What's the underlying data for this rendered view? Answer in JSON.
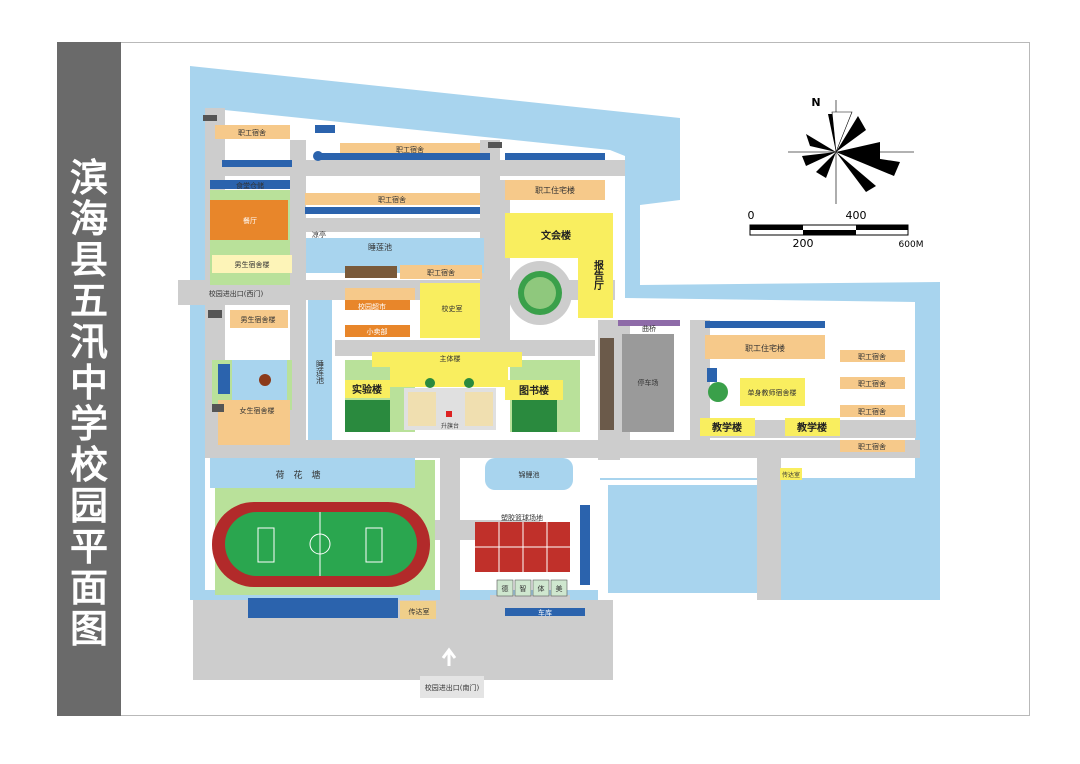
{
  "title": "滨海县五汛中学校园平面图",
  "colors": {
    "water": "#a8d4ee",
    "road": "#cdcdcd",
    "green": "#b9e19a",
    "field": "#2aa64f",
    "track": "#b22a2a",
    "dorm": "#f6c98a",
    "teaching": "#f9ee5f",
    "orange": "#e8862a",
    "parking": "#2b63ad",
    "court": "#c0302a"
  },
  "labels": {
    "staff_dorm": "职工宿舍",
    "garage": "车库",
    "canteen_warehouse": "食堂仓储",
    "dining_hall": "餐厅",
    "boys_dorm": "男生宿舍楼",
    "boys_dorm2": "男生宿舍楼",
    "girls_dorm": "女生宿舍楼",
    "west_gate": "校园进出口(西门)",
    "pavilion": "凉亭",
    "lotus_pond_n": "睡莲池",
    "lotus_pond_w": "睡莲池",
    "staff_housing_1": "职工住宅楼",
    "staff_housing_2": "职工住宅楼",
    "culture_hall": "文会楼",
    "report_hall": "报告厅",
    "history_room": "校史室",
    "main_building": "主体楼",
    "lab_building": "实验楼",
    "library": "图书楼",
    "flag_platform": "升旗台",
    "qu_bridge": "曲桥",
    "parking_lot": "停车场",
    "single_teacher_dorm": "单身教师宿舍楼",
    "teaching_1": "教学楼",
    "teaching_2": "教学楼",
    "guard_room": "传达室",
    "lotus_pond_s": "荷　花　塘",
    "brocade_pond": "锦鲤池",
    "basketball": "塑胶篮球场地",
    "reception": "传达室",
    "south_gate": "校园进出口(南门)",
    "north": "N",
    "scale_0": "0",
    "scale_200": "200",
    "scale_400": "400",
    "scale_600": "600M",
    "east_guard": "传达室",
    "cb1": "德",
    "cb2": "智",
    "cb3": "体",
    "cb4": "美",
    "bottom_bar": "车库",
    "orange_bldg1": "校园超市",
    "orange_bldg2": "小卖部"
  }
}
